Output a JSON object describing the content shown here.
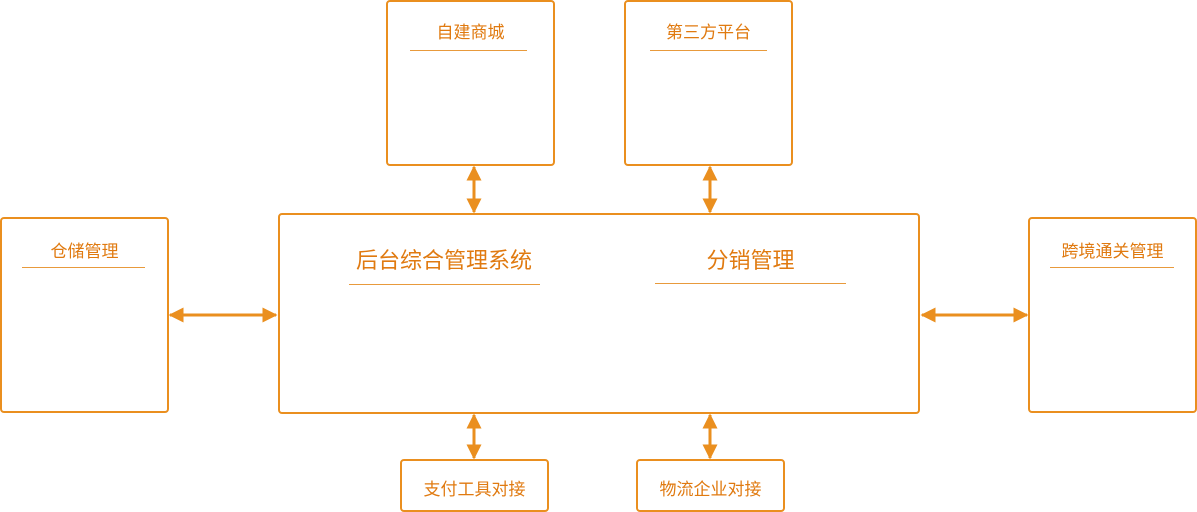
{
  "colors": {
    "stroke": "#ea8f1f",
    "text": "#e07a10"
  },
  "nodes": {
    "mall": "自建商城",
    "thirdparty": "第三方平台",
    "warehouse": "仓储管理",
    "backend": "后台综合管理系统",
    "distribution": "分销管理",
    "customs": "跨境通关管理",
    "payment": "支付工具对接",
    "logistics": "物流企业对接"
  }
}
